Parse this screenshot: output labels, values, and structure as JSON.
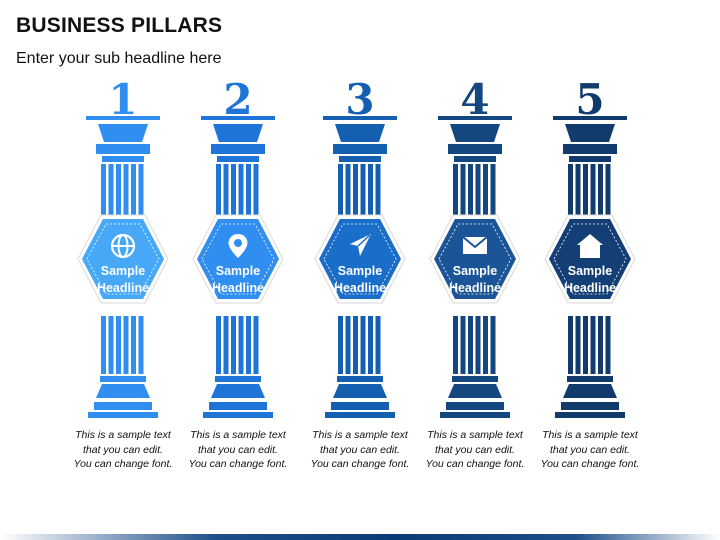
{
  "title": "BUSINESS PILLARS",
  "subtitle": "Enter your sub headline here",
  "pillars": [
    {
      "number": "1",
      "headline_line1": "Sample",
      "headline_line2": "Headline",
      "icon": "globe-icon",
      "text_line1": "This is a sample text",
      "text_line2": "that you can edit.",
      "text_line3": "You can change font.",
      "color": "#2f8ef0",
      "hex_color": "#46a8f7"
    },
    {
      "number": "2",
      "headline_line1": "Sample",
      "headline_line2": "Headline",
      "icon": "map-pin-icon",
      "text_line1": "This is a sample text",
      "text_line2": "that you can edit.",
      "text_line3": "You can change font.",
      "color": "#1f74d8",
      "hex_color": "#2f8ef0"
    },
    {
      "number": "3",
      "headline_line1": "Sample",
      "headline_line2": "Headline",
      "icon": "send-arrow-icon",
      "text_line1": "This is a sample text",
      "text_line2": "that you can edit.",
      "text_line3": "You can change font.",
      "color": "#145fb0",
      "hex_color": "#1a6dc8"
    },
    {
      "number": "4",
      "headline_line1": "Sample",
      "headline_line2": "Headline",
      "icon": "envelope-icon",
      "text_line1": "This is a sample text",
      "text_line2": "that you can edit.",
      "text_line3": "You can change font.",
      "color": "#14467f",
      "hex_color": "#1b5597"
    },
    {
      "number": "5",
      "headline_line1": "Sample",
      "headline_line2": "Headline",
      "icon": "home-icon",
      "text_line1": "This is a sample text",
      "text_line2": "that you can edit.",
      "text_line3": "You can change font.",
      "color": "#123b6d",
      "hex_color": "#143f76"
    }
  ]
}
